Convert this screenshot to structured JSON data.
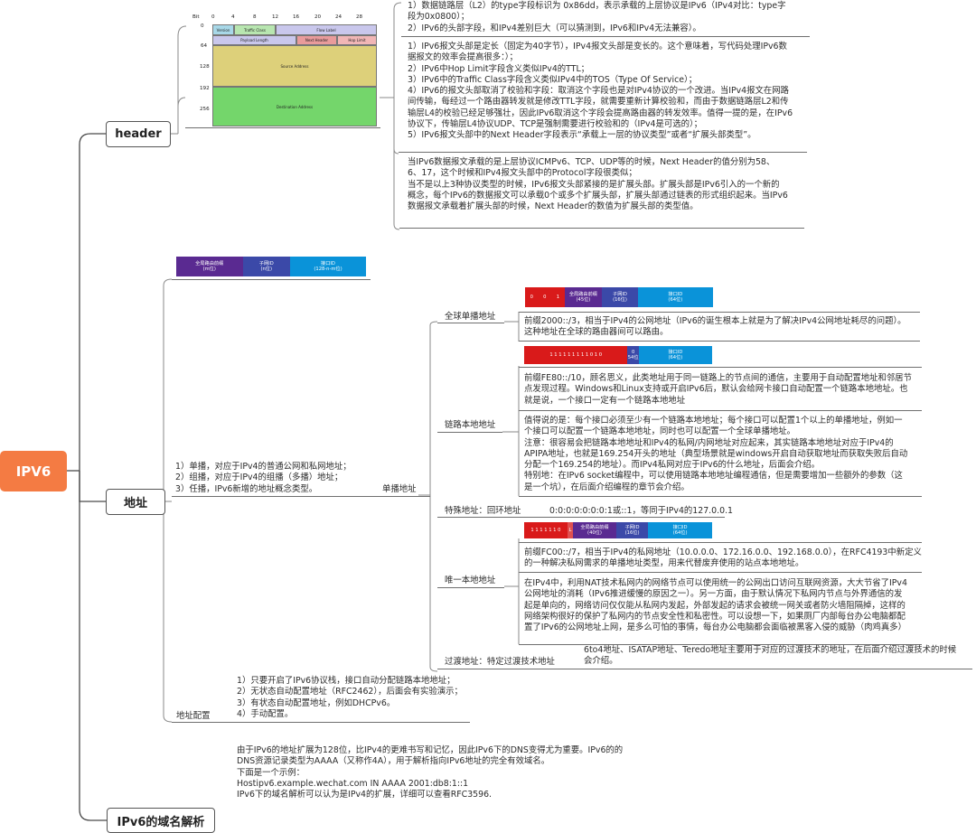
{
  "root": {
    "label": "IPV6"
  },
  "branches": {
    "header": "header",
    "address": "地址",
    "dns": "IPv6的域名解析"
  },
  "header_diagram": {
    "bit_label": "Bit",
    "bit_ticks": [
      "0",
      "4",
      "8",
      "12",
      "16",
      "20",
      "24",
      "28"
    ],
    "row_ticks": [
      "0",
      "64",
      "128",
      "192",
      "256"
    ],
    "fields": {
      "version": "Version",
      "traffic_class": "Traffic Class",
      "flow_label": "Flow Label",
      "payload_length": "Payload Length",
      "next_header": "Next Header",
      "hop_limit": "Hop Limit",
      "source": "Source Address",
      "destination": "Destination Address"
    },
    "colors": {
      "version": "#a8d8e8",
      "traffic_class": "#b8e6b0",
      "flow_label": "#c9c7ec",
      "payload_length": "#c9c7ec",
      "next_header": "#e99b9b",
      "hop_limit": "#f1b6b6",
      "source": "#ddd07a",
      "destination": "#74d66b"
    }
  },
  "header_notes": {
    "note1": "1）数据链路层（L2）的type字段标识为 0x86dd，表示承载的上层协议是IPv6（IPv4对比：type字\n段为0x0800）；\n2）IPv6的头部字段，和IPv4差别巨大（可以猜测到，IPv6和IPv4无法兼容）。",
    "note2": "1）IPv6报文头部是定长（固定为40字节），IPv4报文头部是变长的。这个意味着，写代码处理IPv6数\n据报文的效率会提高很多：）；\n2）IPv6中Hop Limit字段含义类似IPv4的TTL；\n3）IPv6中的Traffic Class字段含义类似IPv4中的TOS（Type Of Service）；\n4）IPv6的报文头部取消了校验和字段：取消这个字段也是对IPv4协议的一个改进。当IPv4报文在网路\n间传输，每经过一个路由器转发就是修改TTL字段，就需要重新计算校验和，而由于数据链路层L2和传\n输层L4的校验已经足够强壮，因此IPv6取消这个字段会提高路由器的转发效率。值得一提的是，在IPv6\n协议下，传输层L4协议UDP、TCP是强制需要进行校验和的（IPv4是可选的）；\n5）IPv6报文头部中的Next Header字段表示“承载上一层的协议类型”或者“扩展头部类型”。",
    "note3": "    当IPv6数据报文承载的是上层协议ICMPv6、TCP、UDP等的时候，Next Header的值分别为58、\n6、17，这个时候和IPv4报文头部中的Protocol字段很类似；\n    当不是以上3种协议类型的时候，IPv6报文头部紧接的是扩展头部。扩展头部是IPv6引入的一个新的\n概念，每个IPv6的数据报文可以承载0个或多个扩展头部，扩展头部通过链表的形式组织起来。当IPv6\n数据报文承载着扩展头部的时候，Next Header的数值为扩展头部的类型值。"
  },
  "address": {
    "top_bar": [
      {
        "label": "全局路由前缀\n(m位)",
        "color": "#5a2a91"
      },
      {
        "label": "子网ID\n(n位)",
        "color": "#3b49a8"
      },
      {
        "label": "接口ID\n(128-n-m位)",
        "color": "#0a93d9"
      }
    ],
    "types_text": "1）单播，对应于IPv4的普通公网和私网地址；\n2）组播，对应于IPv4的组播（多播）地址；\n3）任播，IPv6新增的地址概念类型。",
    "unicast_label": "单播地址",
    "global": {
      "label": "全球单播地址",
      "bar": [
        {
          "label": "0",
          "color": "#d91a1a"
        },
        {
          "label": "0",
          "color": "#d91a1a"
        },
        {
          "label": "1",
          "color": "#d91a1a"
        },
        {
          "label": "全局路由前缀\n(45位)",
          "color": "#5a2a91"
        },
        {
          "label": "子网ID\n(16位)",
          "color": "#3b49a8"
        },
        {
          "label": "接口ID\n(64位)",
          "color": "#0a93d9"
        }
      ],
      "desc": "前缀2000::/3，相当于IPv4的公网地址（IPv6的诞生根本上就是为了解决IPv4公网地址耗尽的问题）。\n这种地址在全球的路由器间可以路由。"
    },
    "link_local": {
      "label": "链路本地地址",
      "bar": [
        {
          "label": "1 1 1 1 1 1 1 1 1 0 1 0",
          "color": "#d91a1a"
        },
        {
          "label": "0\n54位",
          "color": "#3b49a8"
        },
        {
          "label": "接口ID\n(64位)",
          "color": "#0a93d9"
        }
      ],
      "desc1": "前缀FE80::/10，顾名思义，此类地址用于同一链路上的节点间的通信，主要用于自动配置地址和邻居节\n点发现过程。Windows和Linux支持或开启IPv6后，默认会给网卡接口自动配置一个链路本地地址。也\n就是说，一个接口一定有一个链路本地地址",
      "desc2": "值得说的是：每个接口必须至少有一个链路本地地址；每个接口可以配置1个以上的单播地址，例如一\n个接口可以配置一个链路本地地址，同时也可以配置一个全球单播地址。\n注意：很容易会把链路本地地址和IPv4的私网/内网地址对应起来，其实链路本地地址对应于IPv4的\nAPIPA地址，也就是169.254开头的地址（典型场景就是windows开启自动获取地址而获取失败后自动\n分配一个169.254的地址）。而IPv4私网对应于IPv6的什么地址，后面会介绍。\n特别地：在IPv6 socket编程中，可以使用链路本地地址编程通信，但是需要增加一些额外的参数（这\n是一个坑），在后面介绍编程的章节会介绍。"
    },
    "special": {
      "label": "特殊地址：回环地址",
      "desc": "0:0:0:0:0:0:0:1或::1，等同于IPv4的127.0.0.1"
    },
    "unique_local": {
      "label": "唯一本地地址",
      "bar": [
        {
          "label": "1 1 1 1 1 1 0",
          "color": "#d91a1a"
        },
        {
          "label": "L",
          "color": "#e05050"
        },
        {
          "label": "全局路由前缀\n(40位)",
          "color": "#5a2a91"
        },
        {
          "label": "子网ID\n(16位)",
          "color": "#3b49a8"
        },
        {
          "label": "接口ID\n(64位)",
          "color": "#0a93d9"
        }
      ],
      "desc1": "前缀FC00::/7，相当于IPv4的私网地址（10.0.0.0、172.16.0.0、192.168.0.0），在RFC4193中新定义\n的一种解决私网需求的单播地址类型，用来代替废弃使用的站点本地地址。",
      "desc2": "在IPv4中，利用NAT技术私网内的网络节点可以使用统一的公网出口访问互联网资源，大大节省了IPv4\n公网地址的消耗（IPv6推进缓慢的原因之一）。另一方面，由于默认情况下私网内节点与外界通信的发\n起是单向的，网络访问仅仅能从私网内发起，外部发起的请求会被统一网关或者防火墙阻隔掉，这样的\n网络架构很好的保护了私网内的节点安全性和私密性。可以设想一下，如果厕厂内部每台办公电脑都配\n置了IPv6的公网地址上网，是多么可怕的事情，每台办公电脑都会面临被黑客入侵的威胁（肉鸡真多）"
    },
    "transition": {
      "label": "过渡地址：特定过渡技术地址",
      "desc": "6to4地址、ISATAP地址、Teredo地址主要用于对应的过渡技术的地址，在后面介绍过渡技术的时候\n会介绍。"
    },
    "config": {
      "label": "地址配置",
      "desc": "1）只要开启了IPv6协议栈，接口自动分配链路本地地址；\n2）无状态自动配置地址（RFC2462），后面会有实验演示；\n3）有状态自动配置地址，例如DHCPv6。\n4）手动配置。"
    }
  },
  "dns": {
    "desc": "由于IPv6的地址扩展为128位，比IPv4的更难书写和记忆，因此IPv6下的DNS变得尤为重要。IPv6的的\nDNS资源记录类型为AAAA（又称作4A），用于解析指向IPv6地址的完全有效域名。\n下面是一个示例：\nHostipv6.example.wechat.com IN AAAA 2001:db8:1::1\nIPv6下的域名解析可以认为是IPv4的扩展，详细可以查看RFC3596."
  }
}
